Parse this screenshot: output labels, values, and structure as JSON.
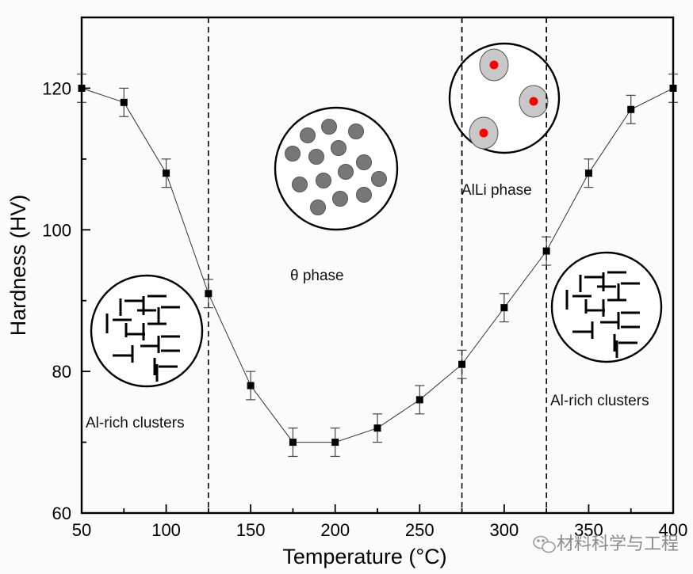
{
  "chart_data": {
    "type": "line",
    "title": "",
    "xlabel": "Temperature (°C)",
    "ylabel": "Hardness (HV)",
    "xlim": [
      50,
      400
    ],
    "ylim": [
      60,
      130
    ],
    "x_ticks": [
      50,
      100,
      150,
      200,
      250,
      300,
      350,
      400
    ],
    "x_minor_ticks": [
      75,
      125,
      175,
      225,
      275,
      325,
      375
    ],
    "y_ticks": [
      60,
      80,
      100,
      120
    ],
    "y_minor_ticks": [
      70,
      90,
      110,
      130
    ],
    "grid": false,
    "legend": null,
    "series": [
      {
        "name": "Hardness",
        "marker": "square",
        "color": "#000000",
        "x": [
          50,
          75,
          100,
          125,
          150,
          175,
          200,
          225,
          250,
          275,
          300,
          325,
          350,
          375,
          400
        ],
        "y": [
          120,
          118,
          108,
          91,
          78,
          70,
          70,
          72,
          76,
          81,
          89,
          97,
          108,
          117,
          120
        ],
        "error": [
          2,
          2,
          2,
          2,
          2,
          2,
          2,
          2,
          2,
          2,
          2,
          2,
          2,
          2,
          2
        ]
      }
    ],
    "vertical_lines": [
      {
        "x": 125,
        "style": "dashed"
      },
      {
        "x": 275,
        "style": "dashed"
      },
      {
        "x": 325,
        "style": "dashed"
      }
    ],
    "annotations": [
      {
        "id": "al-rich-left",
        "text": "Al-rich clusters",
        "schematic": "line-segments-cluster"
      },
      {
        "id": "theta",
        "text": "θ phase",
        "schematic": "gray-precipitates"
      },
      {
        "id": "alli",
        "text": "AlLi phase",
        "schematic": "core-shell-precipitates"
      },
      {
        "id": "al-rich-right",
        "text": "Al-rich clusters",
        "schematic": "line-segments-cluster"
      }
    ],
    "colors": {
      "precipitate_fill": "#777777",
      "shell_fill": "#c8c8c8",
      "core_fill": "#ff0000"
    }
  },
  "watermark": {
    "text": "材料科学与工程",
    "icon": "wechat-icon"
  }
}
